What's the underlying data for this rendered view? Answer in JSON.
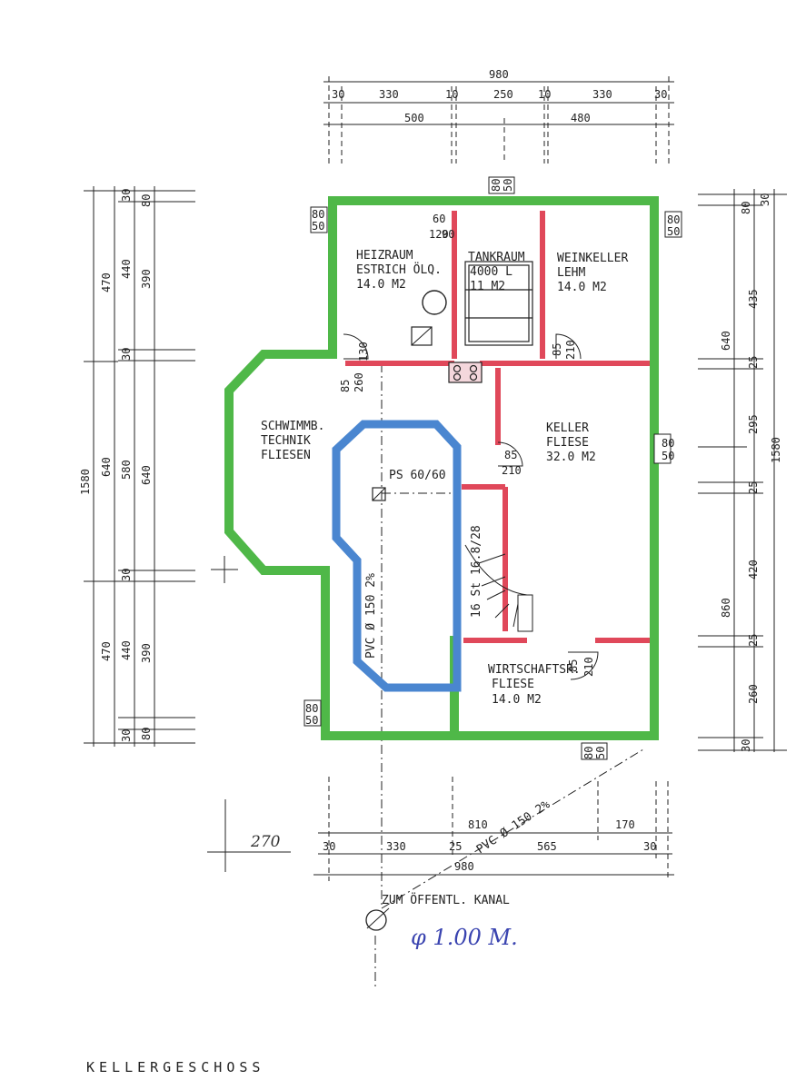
{
  "title": "KELLERGESCHOSS",
  "colors": {
    "wall_green": "#4fb848",
    "pipe_blue": "#4a86d0",
    "wall_red": "#e0485a",
    "line": "#222222"
  },
  "rooms": {
    "heizraum": [
      "HEIZRAUM",
      "ESTRICH ÖLQ.",
      "14.0 M2"
    ],
    "tankraum": [
      "TANKRAUM",
      "4000 L",
      "11 M2"
    ],
    "weinkeller": [
      "WEINKELLER",
      "LEHM",
      "14.0 M2"
    ],
    "schwimm": [
      "SCHWIMMB.",
      "TECHNIK",
      "FLIESEN"
    ],
    "keller": [
      "KELLER",
      "FLIESE",
      "32.0 M2"
    ],
    "wirtschaft": [
      "WIRTSCHAFTSR.",
      "FLIESE",
      "14.0 M2"
    ]
  },
  "labels": {
    "ps": "PS 60/60",
    "pvc_vertical": "PVC Ø 150   2%",
    "pvc_diagonal": "PVC Ø 150  2%",
    "stairs": "16 St 16.8/28",
    "kanal": "ZUM ÖFFENTL. KANAL",
    "handnote": "φ 1.00 M.",
    "handnote_270": "270"
  },
  "dims_top": {
    "overall": "980",
    "left": "500",
    "right": "480",
    "d1": "30",
    "d2": "330",
    "d3": "10",
    "d4": "250",
    "d5": "10",
    "d6": "330",
    "d7": "30"
  },
  "dims_bottom": {
    "overall": "980",
    "d810": "810",
    "d170": "170",
    "d30a": "30",
    "d330": "330",
    "d25": "25",
    "d565": "565",
    "d30b": "30"
  },
  "dims_left": {
    "overall": "1580",
    "a470": "470",
    "a640": "640",
    "a470b": "470",
    "b30": "30",
    "b440": "440",
    "b30b": "30",
    "b580": "580",
    "b30c": "30",
    "b440b": "440",
    "b30d": "30",
    "c80": "80",
    "c390": "390",
    "c640": "640",
    "c390b": "390",
    "c80b": "80"
  },
  "dims_right": {
    "overall": "1580",
    "a640": "640",
    "a860": "860",
    "b80": "80",
    "b30": "30",
    "b435": "435",
    "b25": "25",
    "b295": "295",
    "b25b": "25",
    "b420": "420",
    "b25c": "25",
    "b260": "260",
    "b30b": "30"
  },
  "windows": [
    "80",
    "50"
  ],
  "door_h": "210",
  "doors": {
    "d1": "85",
    "d2": "60",
    "d3": "85",
    "d4": "85",
    "d5": "85",
    "d6": "90",
    "d7": "120"
  },
  "door_extra": {
    "h260": "260",
    "h130": "130",
    "n80": "80"
  }
}
